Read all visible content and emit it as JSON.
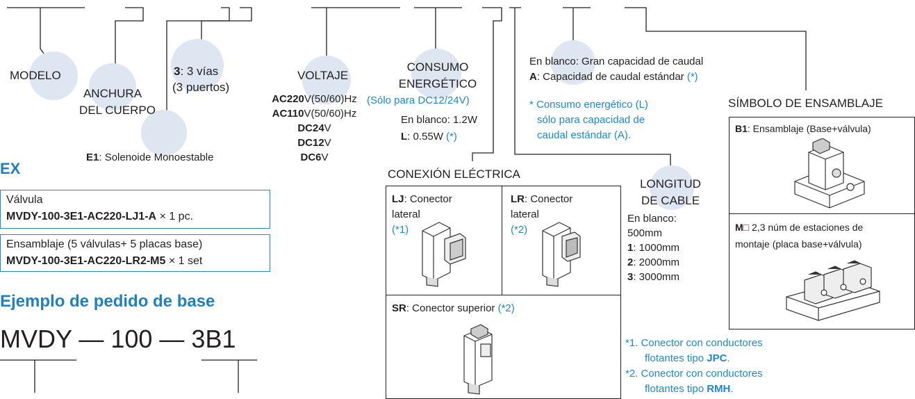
{
  "labels": {
    "modelo": "MODELO",
    "anchura_1": "ANCHURA",
    "anchura_2": "DEL CUERPO",
    "vias_num": "3",
    "vias_text": ": 3 vías",
    "vias_sub": "(3 puertos)",
    "solenoide_code": "E1",
    "solenoide_text": ": Solenoide Monoestable",
    "voltaje": "VOLTAJE",
    "consumo_1": "CONSUMO",
    "consumo_2": "ENERGÉTICO",
    "consumo_note": "(Sólo para DC12/24V)",
    "conexion": "CONEXIÓN ELÉCTRICA",
    "longitud_1": "LONGITUD",
    "longitud_2": "DE CABLE",
    "simbolo": "SÍMBOLO DE ENSAMBLAJE"
  },
  "voltages": [
    {
      "code": "AC220",
      "unit": "V(50/60)Hz"
    },
    {
      "code": "AC110",
      "unit": "V(50/60)Hz"
    },
    {
      "code": "DC24",
      "unit": "V"
    },
    {
      "code": "DC12",
      "unit": "V"
    },
    {
      "code": "DC6",
      "unit": "V"
    }
  ],
  "consumption": {
    "blank": "En blanco: 1.2W",
    "l_code": "L",
    "l_text": ": 0.55W",
    "l_note": "(*)"
  },
  "flow": {
    "blank": "En blanco: Gran capacidad de caudal",
    "a_code": "A",
    "a_text": ": Capacidad de caudal estándar",
    "a_note": "(*)",
    "footnote_1": "* Consumo energético (L)",
    "footnote_2": "sólo para capacidad de",
    "footnote_3": "caudal estándar (A)."
  },
  "cable": {
    "blank_1": "En blanco:",
    "blank_2": "500mm",
    "items": [
      {
        "code": "1",
        "text": ": 1000mm"
      },
      {
        "code": "2",
        "text": ": 2000mm"
      },
      {
        "code": "3",
        "text": ": 3000mm"
      }
    ]
  },
  "connectors": {
    "lj_code": "LJ",
    "lj_text_1": ": Conector",
    "lj_text_2": "lateral",
    "lj_note": "(*1)",
    "lr_code": "LR",
    "lr_text_1": ": Conector",
    "lr_text_2": "lateral",
    "lr_note": "(*2)",
    "sr_code": "SR",
    "sr_text": ": Conector superior",
    "sr_note": "(*2)"
  },
  "assembly": {
    "b1_code": "B1",
    "b1_text": ": Ensamblaje (Base+válvula)",
    "m_code": "M□",
    "m_text_1": " 2,3 núm de estaciones de",
    "m_text_2": "montaje (placa base+válvula)"
  },
  "footnotes": {
    "n1_prefix": "*1. Conector con conductores",
    "n1_line2": "flotantes tipo",
    "n1_bold": "JPC",
    "n2_prefix": "*2. Conector con conductores",
    "n2_line2": "flotantes tipo",
    "n2_bold": "RMH"
  },
  "example": {
    "heading": "EX",
    "valve_label": "Válvula",
    "valve_code": "MVDY-100-3E1-AC220-LJ1-A",
    "valve_qty": "× 1 pc.",
    "assembly_label": "Ensamblaje (5 válvulas+ 5 placas base)",
    "assembly_code": "MVDY-100-3E1-AC220-LR2-M5",
    "assembly_qty": "× 1 set"
  },
  "base_order": {
    "heading": "Ejemplo de pedido de base",
    "code": "MVDY — 100 — 3B1"
  }
}
